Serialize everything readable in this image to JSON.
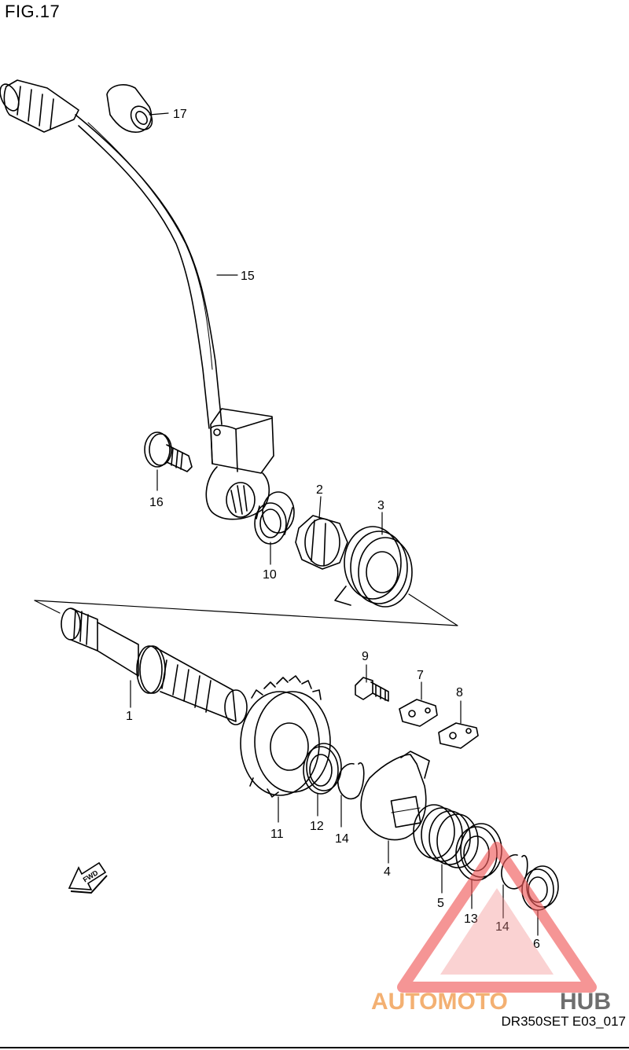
{
  "figure": {
    "title": "FIG.17",
    "code": "DR350SET E03_017"
  },
  "direction_badge": "FWD",
  "callouts": [
    "17",
    "15",
    "16",
    "2",
    "3",
    "10",
    "9",
    "7",
    "8",
    "1",
    "11",
    "12",
    "14",
    "4",
    "5",
    "13",
    "14",
    "6"
  ],
  "watermark": {
    "part1": "AUTOMOTO",
    "part2": "HUB",
    "color_primary": "#f2a35a",
    "color_secondary": "#f05a5a"
  },
  "colors": {
    "line": "#000000",
    "background": "#ffffff"
  }
}
